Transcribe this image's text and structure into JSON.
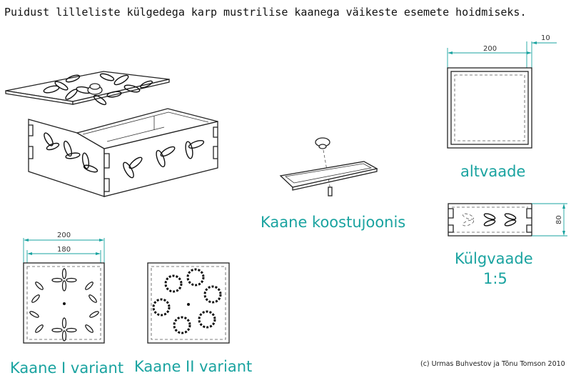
{
  "title": "Puidust lilleliste külgedega karp mustrilise kaanega väikeste esemete hoidmiseks.",
  "labels": {
    "assembly": "Kaane koostujoonis",
    "bottom_view": "altvaade",
    "side_view": "Külgvaade",
    "side_scale": "1:5",
    "lid_variant_1": "Kaane I variant",
    "lid_variant_2": "Kaane II variant"
  },
  "dimensions": {
    "bottom_width": "200",
    "bottom_offset": "10",
    "side_height": "80",
    "lid1_outer": "200",
    "lid1_inner": "180"
  },
  "copyright": "(c) Urmas Buhvestov ja Tõnu Tomson 2010",
  "colors": {
    "label": "#1aa3a0",
    "line": "#222222"
  }
}
